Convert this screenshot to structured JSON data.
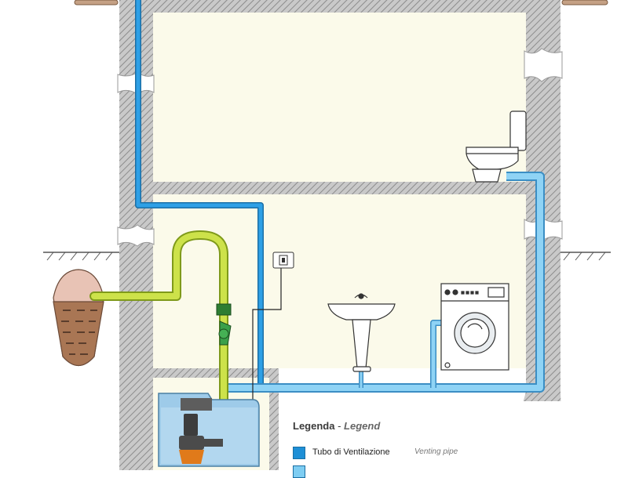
{
  "legend": {
    "title_it": "Legenda",
    "title_sep": " - ",
    "title_en": "Legend",
    "items": [
      {
        "label_it": "Tubo di Ventilazione",
        "label_en": "Venting pipe",
        "color": "#1e8fd6"
      },
      {
        "label_it": "",
        "label_en": "",
        "color": "#7ecdf2"
      }
    ]
  },
  "colors": {
    "vent_pipe": "#1e8fd6",
    "drain_pipe": "#7ecdf2",
    "discharge_pipe": "#c8e04a",
    "wall": "#b3b3b3",
    "room": "#fbfaea",
    "cesspit": "#b07c5a",
    "pump_tank": "#8fc3e6"
  },
  "icons": [
    "sewage-pump-icon",
    "check-valve-icon",
    "toilet-icon",
    "washbasin-icon",
    "washing-machine-icon",
    "wall-switch-icon",
    "cesspit-icon"
  ]
}
